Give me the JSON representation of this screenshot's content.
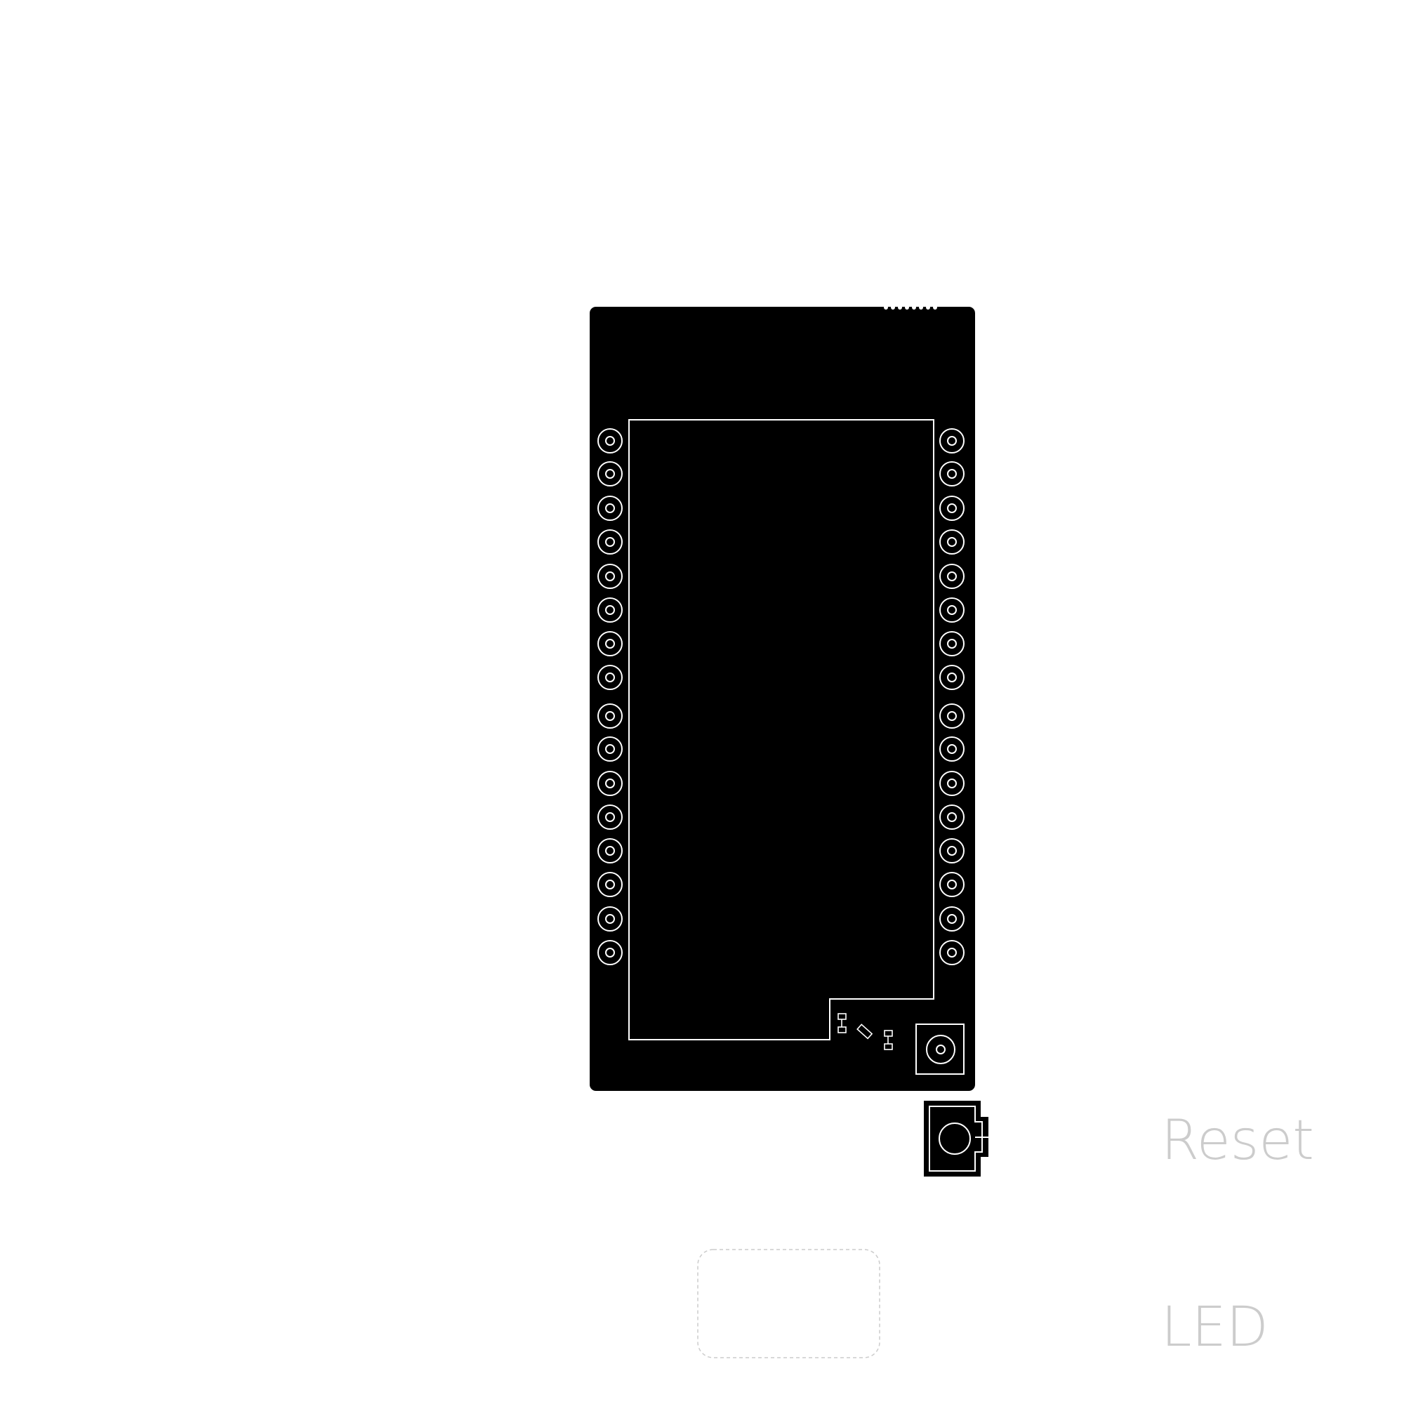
{
  "labels": {
    "reset": "Reset",
    "led": "LED"
  },
  "pins": {
    "left_count": 16,
    "right_count": 16
  },
  "colors": {
    "board": "#000000",
    "outline": "#ffffff",
    "label": "#cccccc",
    "dashed": "#cccccc"
  }
}
